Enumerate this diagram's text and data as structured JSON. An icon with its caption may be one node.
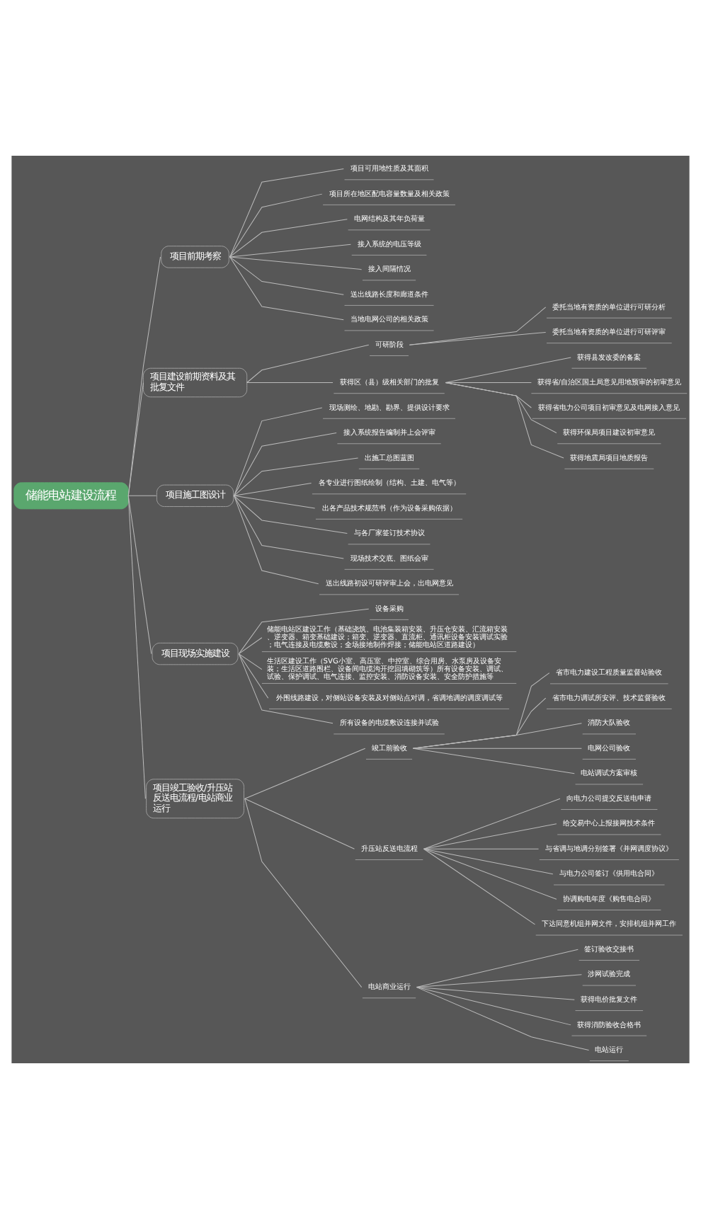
{
  "diagram": {
    "nodes": [
      {
        "text": [
          "储能电站建设流程"
        ]
      },
      {
        "text": [
          "项目前期考察"
        ]
      },
      {
        "text": [
          "项目可用地性质及其面积"
        ]
      },
      {
        "text": [
          "项目所在地区配电容量数量及相关政策"
        ]
      },
      {
        "text": [
          "电网结构及其年负荷量"
        ]
      },
      {
        "text": [
          "接入系统的电压等级"
        ]
      },
      {
        "text": [
          "接入间隔情况"
        ]
      },
      {
        "text": [
          "送出线路长度和廊道条件"
        ]
      },
      {
        "text": [
          "当地电网公司的相关政策"
        ]
      },
      {
        "text": [
          "项目建设前期资料及其批复文件"
        ]
      },
      {
        "text": [
          "可研阶段"
        ]
      },
      {
        "text": [
          "委托当地有资质的单位进行可研分析"
        ]
      },
      {
        "text": [
          "委托当地有资质的单位进行可研评审"
        ]
      },
      {
        "text": [
          "获得区（县）级相关部门的批复"
        ]
      },
      {
        "text": [
          "获得县发改委的备案"
        ]
      },
      {
        "text": [
          "获得省/自治区国土局意见用地预审的初审意见"
        ]
      },
      {
        "text": [
          "获得省电力公司项目初审意见及电网接入意见"
        ]
      },
      {
        "text": [
          "获得环保局项目建设初审意见"
        ]
      },
      {
        "text": [
          "获得地震局项目地质报告"
        ]
      },
      {
        "text": [
          "项目施工图设计"
        ]
      },
      {
        "text": [
          "现场测绘、地勘、勘界、提供设计要求"
        ]
      },
      {
        "text": [
          "接入系统报告编制并上会评审"
        ]
      },
      {
        "text": [
          "出施工总图蓝图"
        ]
      },
      {
        "text": [
          "各专业进行图纸绘制（结构、土建、电气等）"
        ]
      },
      {
        "text": [
          "出各产品技术规范书（作为设备采购依据）"
        ]
      },
      {
        "text": [
          "与各厂家签订技术协议"
        ]
      },
      {
        "text": [
          "现场技术交底、图纸会审"
        ]
      },
      {
        "text": [
          "送出线路初设可研评审上会，出电网意见"
        ]
      },
      {
        "text": [
          "项目现场实施建设"
        ]
      },
      {
        "text": [
          "设备采购"
        ]
      },
      {
        "text": [
          "储能电站区建设工作（基础浇筑、电池集装箱安装、升压仓安装、汇流箱安装、逆变器、箱变基础建设；箱变、逆变器、直流柜、通讯柜设备安装调试实验；电气连接及电缆敷设；全场接地制作焊接；储能电站区道路建设）"
        ]
      },
      {
        "text": [
          "生活区建设工作（SVG小室、高压室、中控室、综合用房、水泵房及设备安装；生活区道路围栏、设备间电缆沟开挖回填砌筑等）所有设备安装、调试、试验、保护调试、电气连接、监控安装、消防设备安装、安全防护措施等"
        ]
      },
      {
        "text": [
          "外围线路建设，对侧站设备安装及对侧站点对调，省调地调的调度调试等"
        ]
      },
      {
        "text": [
          "所有设备的电缆敷设连接并试验"
        ]
      },
      {
        "text": [
          "项目竣工验收/升压站反送电流程/电站商业运行"
        ]
      },
      {
        "text": [
          "竣工前验收"
        ]
      },
      {
        "text": [
          "省市电力建设工程质量监督站验收"
        ]
      },
      {
        "text": [
          "省市电力调试所安评、技术监督验收"
        ]
      },
      {
        "text": [
          "消防大队验收"
        ]
      },
      {
        "text": [
          "电网公司验收"
        ]
      },
      {
        "text": [
          "电站调试方案审核"
        ]
      },
      {
        "text": [
          "升压站反送电流程"
        ]
      },
      {
        "text": [
          "向电力公司提交反送电申请"
        ]
      },
      {
        "text": [
          "给交易中心上报接网技术条件"
        ]
      },
      {
        "text": [
          "与省调与地调分别签署《并网调度协议》"
        ]
      },
      {
        "text": [
          "与电力公司签订《供用电合同》"
        ]
      },
      {
        "text": [
          "协调购电年度《购售电合同》"
        ]
      },
      {
        "text": [
          "下达同意机组并网文件，安排机组并网工作"
        ]
      },
      {
        "text": [
          "电站商业运行"
        ]
      },
      {
        "text": [
          "签订验收交接书"
        ]
      },
      {
        "text": [
          "涉网试验完成"
        ]
      },
      {
        "text": [
          "获得电价批复文件"
        ]
      },
      {
        "text": [
          "获得消防验收合格书"
        ]
      },
      {
        "text": [
          "电站运行"
        ]
      }
    ],
    "edges": [
      {
        "from": 0,
        "to": 1,
        "arrow": "none"
      },
      {
        "from": 1,
        "to": 2,
        "arrow": "none"
      },
      {
        "from": 1,
        "to": 3,
        "arrow": "none"
      },
      {
        "from": 1,
        "to": 4,
        "arrow": "none"
      },
      {
        "from": 1,
        "to": 5,
        "arrow": "none"
      },
      {
        "from": 1,
        "to": 6,
        "arrow": "none"
      },
      {
        "from": 1,
        "to": 7,
        "arrow": "none"
      },
      {
        "from": 1,
        "to": 8,
        "arrow": "none"
      },
      {
        "from": 0,
        "to": 9,
        "arrow": "none"
      },
      {
        "from": 9,
        "to": 10,
        "arrow": "none"
      },
      {
        "from": 10,
        "to": 11,
        "arrow": "none"
      },
      {
        "from": 10,
        "to": 12,
        "arrow": "none"
      },
      {
        "from": 9,
        "to": 13,
        "arrow": "none"
      },
      {
        "from": 13,
        "to": 14,
        "arrow": "none"
      },
      {
        "from": 13,
        "to": 15,
        "arrow": "none"
      },
      {
        "from": 13,
        "to": 16,
        "arrow": "none"
      },
      {
        "from": 13,
        "to": 17,
        "arrow": "none"
      },
      {
        "from": 13,
        "to": 18,
        "arrow": "none"
      },
      {
        "from": 0,
        "to": 19,
        "arrow": "none"
      },
      {
        "from": 19,
        "to": 20,
        "arrow": "none"
      },
      {
        "from": 19,
        "to": 21,
        "arrow": "none"
      },
      {
        "from": 19,
        "to": 22,
        "arrow": "none"
      },
      {
        "from": 19,
        "to": 23,
        "arrow": "none"
      },
      {
        "from": 19,
        "to": 24,
        "arrow": "none"
      },
      {
        "from": 19,
        "to": 25,
        "arrow": "none"
      },
      {
        "from": 19,
        "to": 26,
        "arrow": "none"
      },
      {
        "from": 19,
        "to": 27,
        "arrow": "none"
      },
      {
        "from": 0,
        "to": 28,
        "arrow": "none"
      },
      {
        "from": 28,
        "to": 29,
        "arrow": "none"
      },
      {
        "from": 28,
        "to": 30,
        "arrow": "none"
      },
      {
        "from": 28,
        "to": 31,
        "arrow": "none"
      },
      {
        "from": 28,
        "to": 32,
        "arrow": "none"
      },
      {
        "from": 28,
        "to": 33,
        "arrow": "none"
      },
      {
        "from": 0,
        "to": 34,
        "arrow": "none"
      },
      {
        "from": 34,
        "to": 35,
        "arrow": "none"
      },
      {
        "from": 35,
        "to": 36,
        "arrow": "none"
      },
      {
        "from": 35,
        "to": 37,
        "arrow": "none"
      },
      {
        "from": 35,
        "to": 38,
        "arrow": "none"
      },
      {
        "from": 35,
        "to": 39,
        "arrow": "none"
      },
      {
        "from": 35,
        "to": 40,
        "arrow": "none"
      },
      {
        "from": 34,
        "to": 41,
        "arrow": "none"
      },
      {
        "from": 41,
        "to": 42,
        "arrow": "none"
      },
      {
        "from": 41,
        "to": 43,
        "arrow": "none"
      },
      {
        "from": 41,
        "to": 44,
        "arrow": "none"
      },
      {
        "from": 41,
        "to": 45,
        "arrow": "none"
      },
      {
        "from": 41,
        "to": 46,
        "arrow": "none"
      },
      {
        "from": 41,
        "to": 47,
        "arrow": "none"
      },
      {
        "from": 34,
        "to": 48,
        "arrow": "none"
      },
      {
        "from": 48,
        "to": 49,
        "arrow": "none"
      },
      {
        "from": 48,
        "to": 50,
        "arrow": "none"
      },
      {
        "from": 48,
        "to": 51,
        "arrow": "none"
      },
      {
        "from": 48,
        "to": 52,
        "arrow": "none"
      },
      {
        "from": 48,
        "to": 53,
        "arrow": "none"
      }
    ]
  }
}
